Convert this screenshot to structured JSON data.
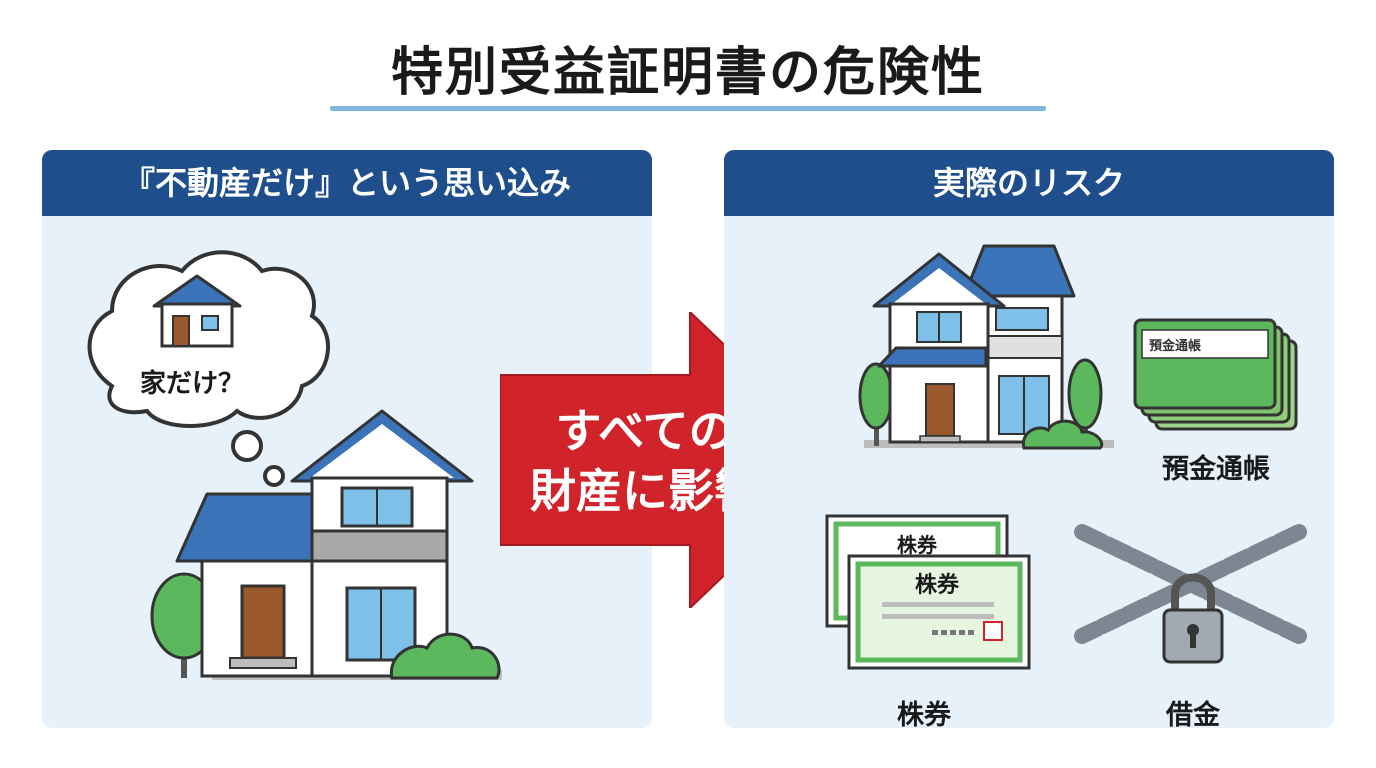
{
  "title": "特別受益証明書の危険性",
  "left_panel": {
    "header": "『不動産だけ』という思い込み",
    "thought_bubble": "家だけ？"
  },
  "arrow": {
    "line1": "すべての",
    "line2": "財産に影響"
  },
  "right_panel": {
    "header": "実際のリスク",
    "items": {
      "deposit": "預金通帳",
      "stocks": "株券",
      "debt": "借金"
    },
    "passbook_label": "預金通帳",
    "stock_label_back": "株券",
    "stock_label_front": "株券"
  },
  "colors": {
    "header_blue": "#1f4e8c",
    "panel_bg": "#e6f1fa",
    "arrow_red": "#d1232a",
    "roof_blue": "#3a73b8",
    "green": "#5cb85c"
  }
}
